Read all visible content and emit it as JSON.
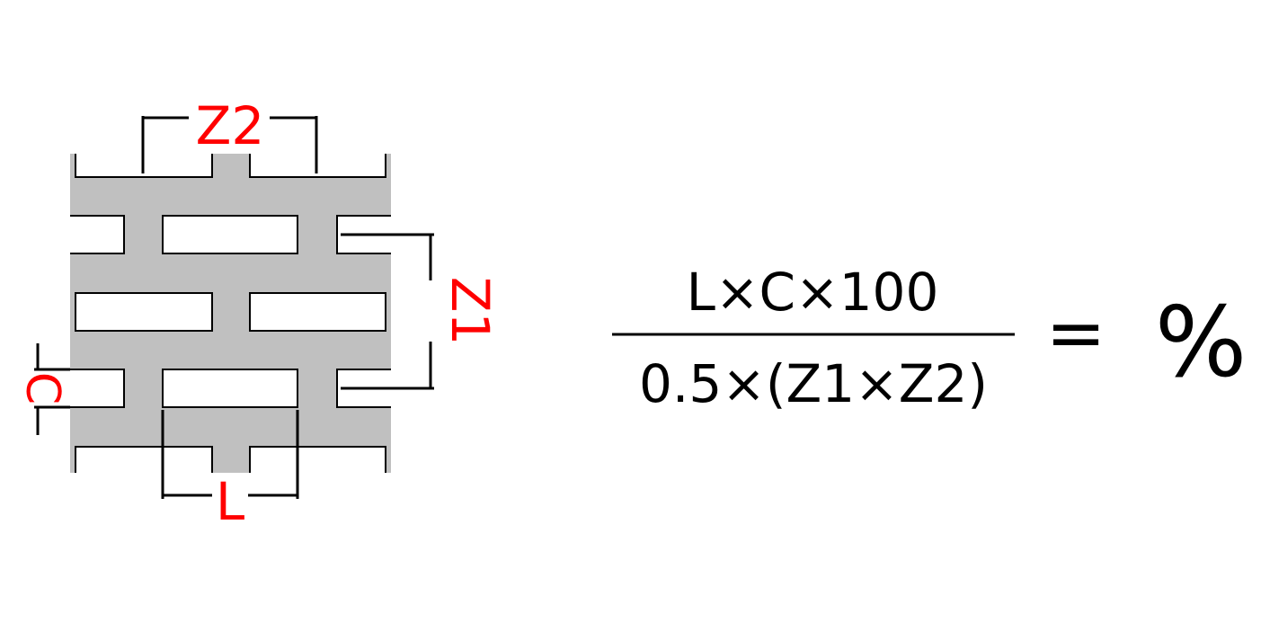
{
  "diagram": {
    "labels": {
      "z2": "Z2",
      "z1": "Z1",
      "c": "C",
      "l": "L"
    },
    "colors": {
      "plate": "#c0c0c0",
      "dimension_text": "#ff0000",
      "line": "#000000",
      "background": "#ffffff"
    }
  },
  "formula": {
    "numerator": "L×C×100",
    "denominator": "0.5×(Z1×Z2)",
    "equals": "=",
    "result": "%"
  }
}
